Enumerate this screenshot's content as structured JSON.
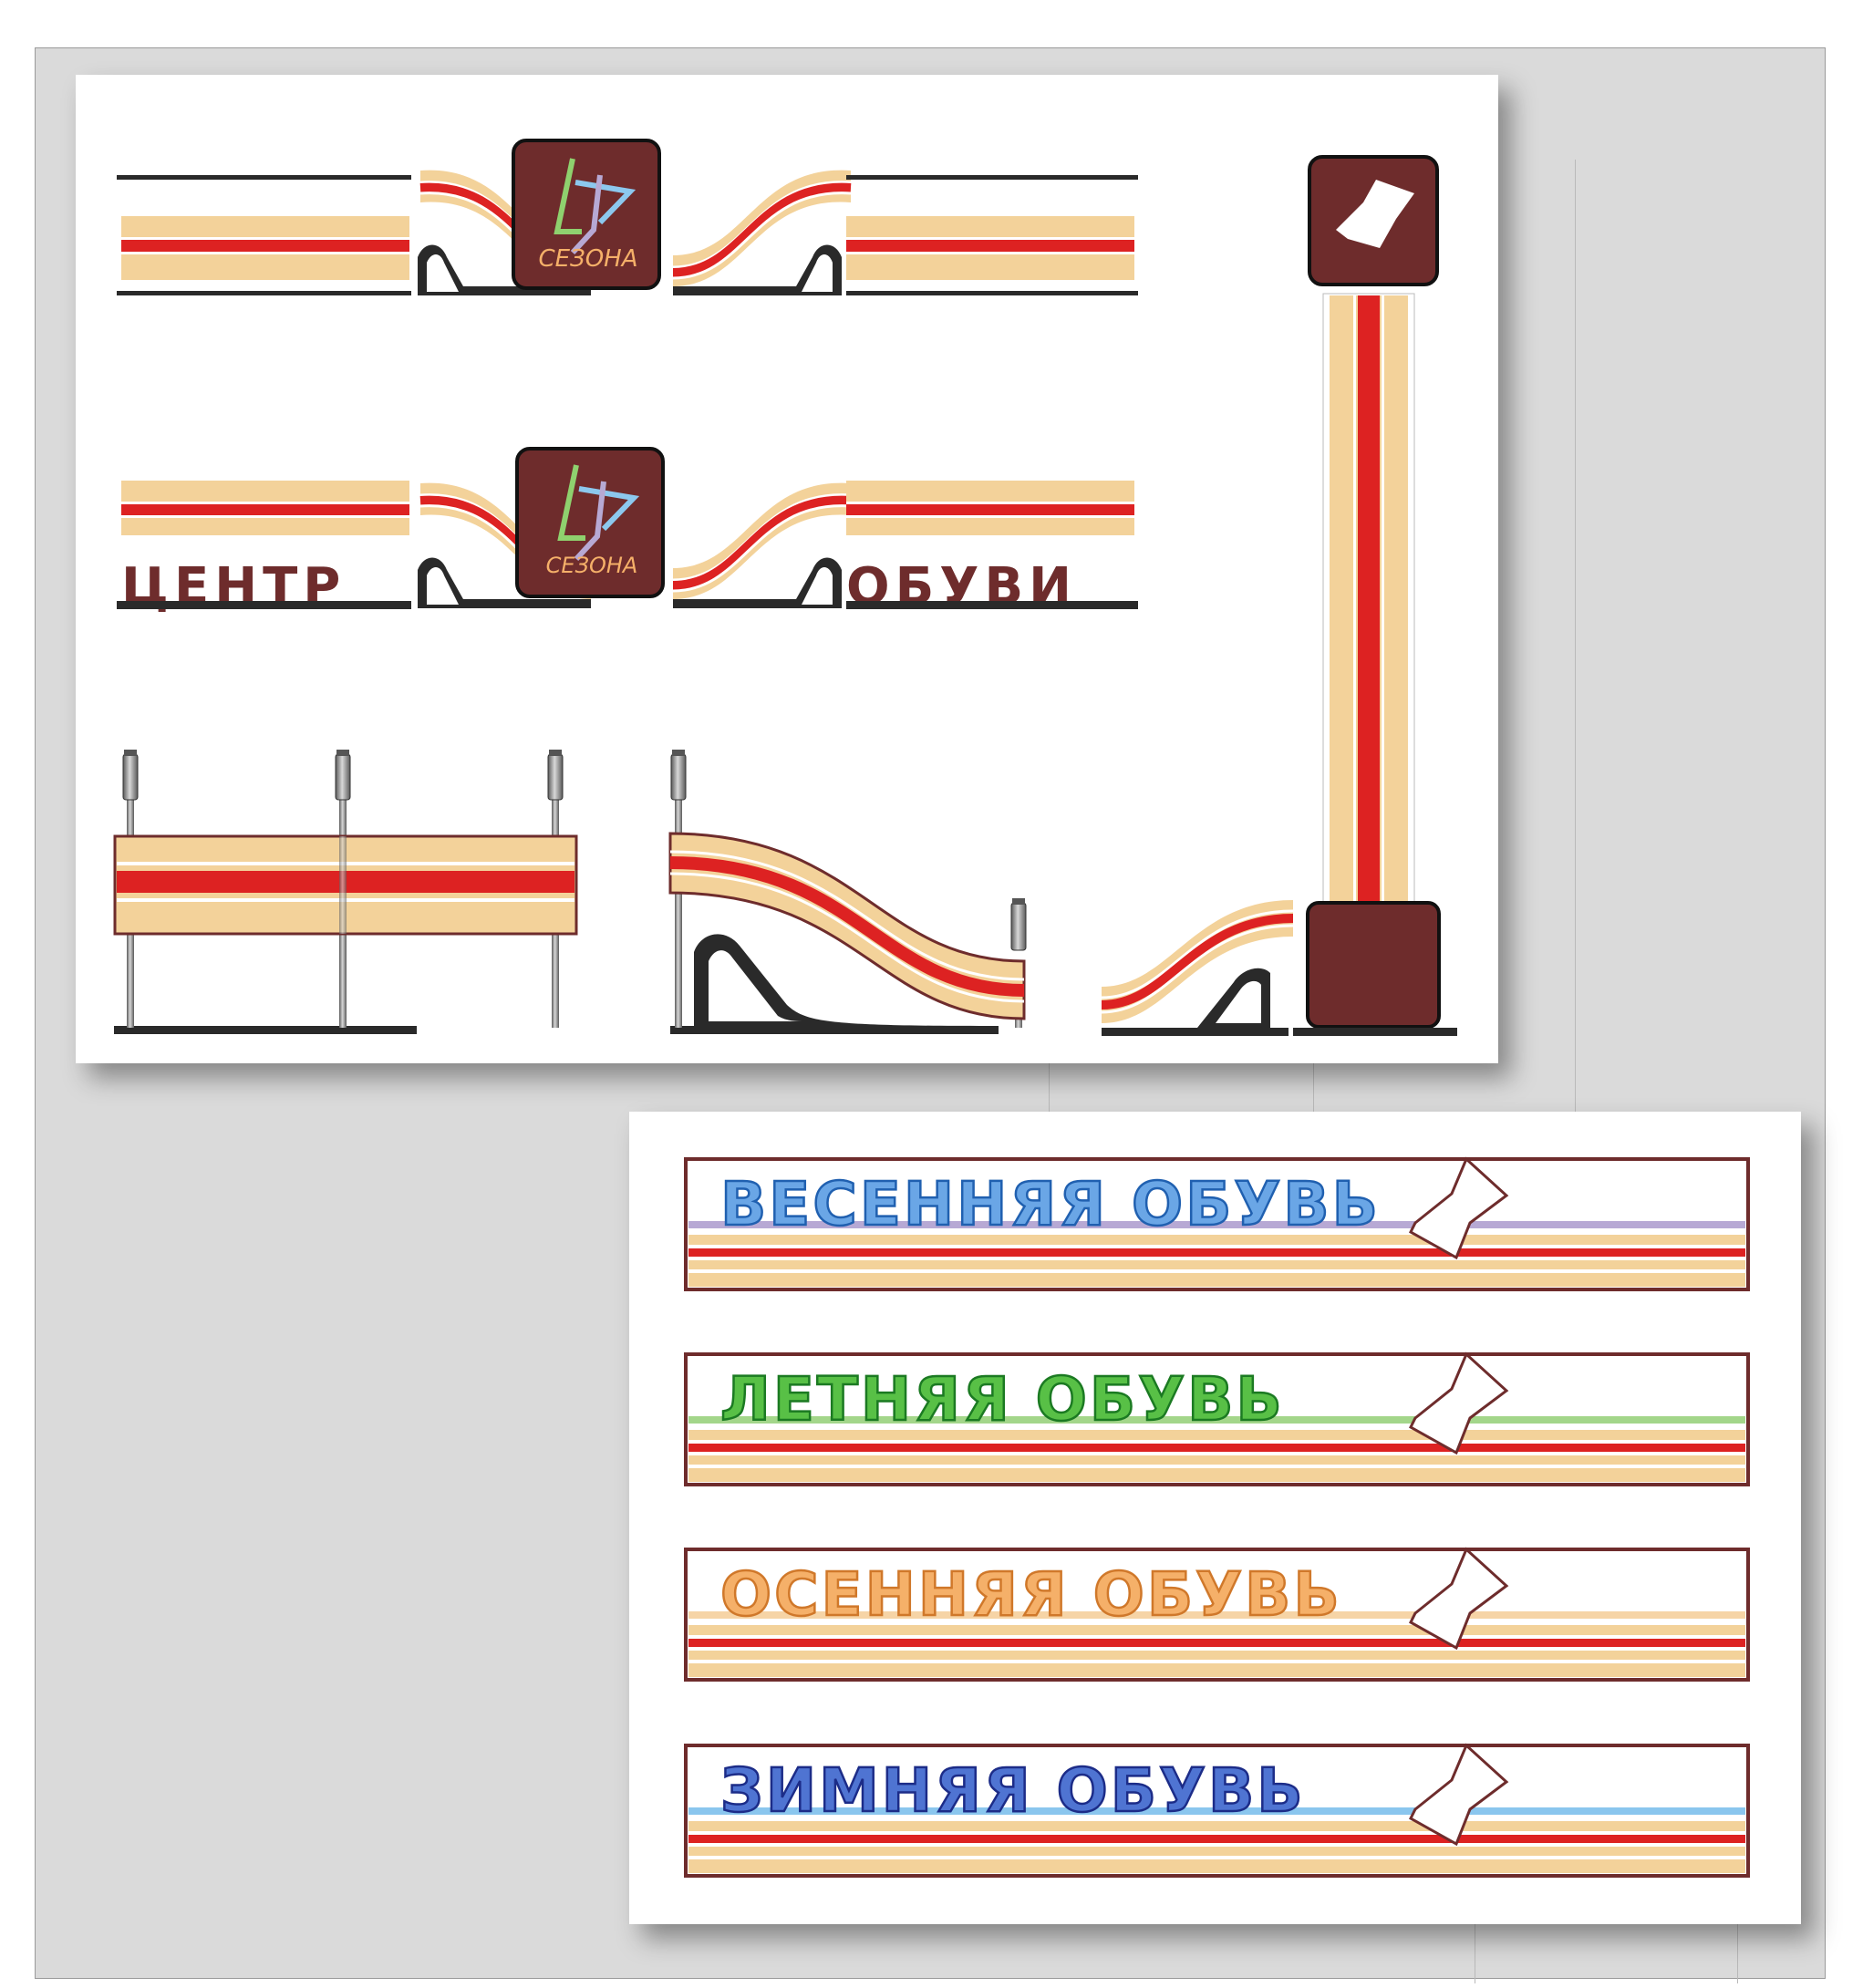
{
  "logo_text": "СЕЗОНА",
  "sign_words": {
    "left": "ЦЕНТР",
    "right": "ОБУВИ"
  },
  "banners": [
    {
      "label": "ВЕСЕННЯЯ ОБУВЬ",
      "accent": "#b7a9d4",
      "fill": "#6aa6e6",
      "stroke": "#2060b0"
    },
    {
      "label": "ЛЕТНЯЯ ОБУВЬ",
      "accent": "#a3d68a",
      "fill": "#58c046",
      "stroke": "#1b7a22"
    },
    {
      "label": "ОСЕННЯЯ ОБУВЬ",
      "accent": "#f6d4a6",
      "fill": "#f5b069",
      "stroke": "#d0782a"
    },
    {
      "label": "ЗИМНЯЯ ОБУВЬ",
      "accent": "#8ac6ee",
      "fill": "#4f74d2",
      "stroke": "#1c2c88"
    }
  ],
  "colors": {
    "brown": "#6e2c2c",
    "sand": "#f3d29a",
    "red": "#dd2222",
    "dark": "#2a2a2a",
    "grey_pole": "#8a8a8a"
  }
}
